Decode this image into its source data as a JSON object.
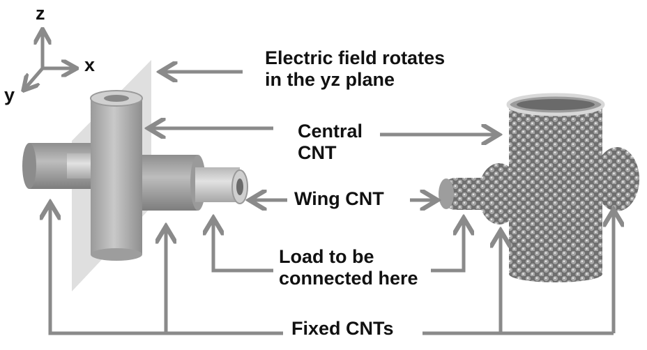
{
  "axes": {
    "z": "z",
    "x": "x",
    "y": "y"
  },
  "labels": {
    "field_line1": "Electric field rotates",
    "field_line2": "in the yz plane",
    "central_line1": "Central",
    "central_line2": "CNT",
    "wing": "Wing CNT",
    "load_line1": "Load to be",
    "load_line2": "connected here",
    "fixed": "Fixed CNTs"
  },
  "colors": {
    "arrow": "#8a8a8a",
    "plane": "#d6d6d6",
    "tube": "#a9a9a9",
    "atom": "#7d7d7d"
  }
}
